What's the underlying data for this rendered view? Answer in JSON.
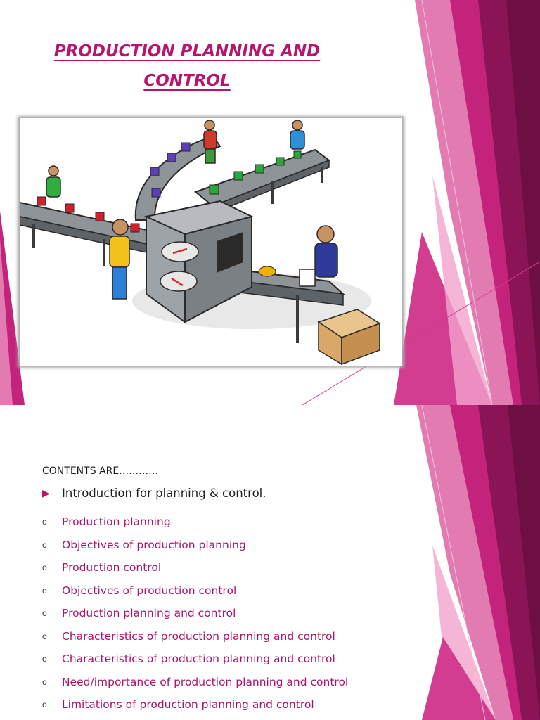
{
  "colors": {
    "accent": "#b8166e",
    "accent_dark": "#7a1050",
    "accent_light": "#e866a6",
    "bullet_text": "#a8156a"
  },
  "slide1": {
    "title_line1": "PRODUCTION PLANNING AND",
    "title_line2": "CONTROL"
  },
  "slide2": {
    "heading": "CONTENTS ARE…………",
    "main_item": "Introduction for  planning & control.",
    "main_item_icon": "triangle-arrow-icon",
    "bullet_icon": "circle-bullet-icon",
    "items": [
      "Production planning",
      "Objectives of production planning",
      "Production control",
      "Objectives of production control",
      "Production planning and control",
      "Characteristics of production planning and control",
      "Characteristics of production planning and control",
      "Need/importance of production planning and control",
      "Limitations of production planning and control"
    ]
  }
}
